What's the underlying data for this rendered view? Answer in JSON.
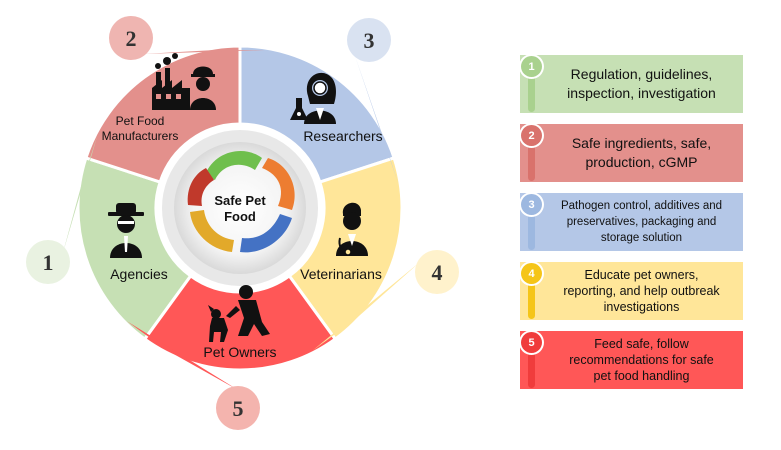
{
  "center": {
    "line1": "Safe Pet",
    "line2": "Food"
  },
  "segments": [
    {
      "number": "1",
      "label": "Agencies",
      "icon": "agent-icon",
      "color": "#c6e0b4",
      "legend": [
        "Regulation, guidelines,",
        "inspection, investigation"
      ]
    },
    {
      "number": "2",
      "label_line1": "Pet Food",
      "label_line2": "Manufacturers",
      "icon": "factory-worker-icon",
      "color": "#e3908c",
      "legend": [
        "Safe ingredients, safe,",
        "production, cGMP"
      ]
    },
    {
      "number": "3",
      "label": "Researchers",
      "icon": "scientist-icon",
      "color": "#b4c7e7",
      "legend": [
        "Pathogen control, additives and",
        "preservatives, packaging and",
        "storage solution"
      ]
    },
    {
      "number": "4",
      "label": "Veterinarians",
      "icon": "veterinarian-icon",
      "color": "#ffe699",
      "legend": [
        "Educate pet owners,",
        "reporting, and help outbreak",
        "investigations"
      ]
    },
    {
      "number": "5",
      "label": "Pet Owners",
      "icon": "pet-owner-icon",
      "color": "#ff5757",
      "legend": [
        "Feed safe, follow",
        "recommendations for safe",
        "pet food handling"
      ]
    }
  ],
  "colors": {
    "green": "#c6e0b4",
    "red": "#e3908c",
    "blue": "#b4c7e7",
    "yellow": "#ffe699",
    "bright_red": "#ff5757",
    "pin_green": "#a9d18e",
    "pin_red": "#d9726c",
    "pin_blue": "#9db8e0",
    "pin_yellow": "#f5c518",
    "pin_bright_red": "#f03c3c"
  }
}
